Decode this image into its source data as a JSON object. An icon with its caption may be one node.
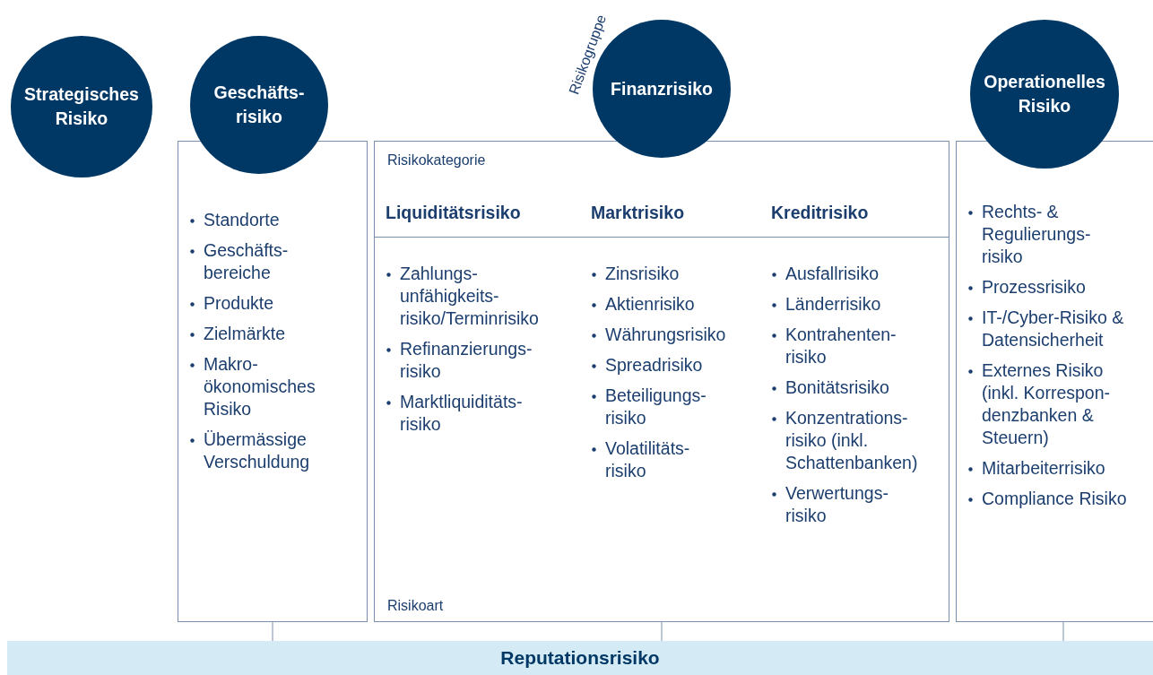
{
  "diagram": {
    "nodes": [
      {
        "text": [
          "Strategisches Risiko"
        ]
      },
      {
        "text": [
          "Geschäfts- risiko"
        ]
      },
      {
        "text": [
          "Standorte",
          "Geschäfts- bereiche",
          "Produkte",
          "Zielmärkte",
          "Makro- ökonomisches Risiko",
          "Übermässige Verschuldung"
        ]
      },
      {
        "text": [
          "Finanzrisiko"
        ],
        "beside": [
          "Risikogruppe"
        ]
      },
      {
        "text": [
          "Risikokategorie",
          "Risikoart"
        ]
      },
      {
        "text": [
          "Liquiditätsrisiko",
          "Zahlungs- unfähigkeits- risiko/Terminrisiko",
          "Refinanzierungs- risiko",
          "Marktliquiditäts- risiko"
        ],
        "in": 4
      },
      {
        "text": [
          "Marktrisiko",
          "Zinsrisiko",
          "Aktienrisiko",
          "Währungsrisiko",
          "Spreadrisiko",
          "Beteiligungs- risiko",
          "Volatilitäts- risiko"
        ],
        "in": 4
      },
      {
        "text": [
          "Kreditrisiko",
          "Ausfallrisiko",
          "Länderrisiko",
          "Kontrahenten- risiko",
          "Bonitätsrisiko",
          "Konzentrations- risiko (inkl. Schattenbanken)",
          "Verwertungs- risiko"
        ],
        "in": 4
      },
      {
        "text": [
          "Operationelles Risiko"
        ]
      },
      {
        "text": [
          "Rechts- & Regulierungs- risiko",
          "Prozessrisiko",
          "IT-/Cyber-Risiko & Datensicherheit",
          "Externes Risiko (inkl. Korrespon- denzbanken & Steuern)",
          "Mitarbeiterrisiko",
          "Compliance Risiko"
        ]
      },
      {
        "text": [
          "Reputationsrisiko"
        ]
      }
    ],
    "edges": [
      {
        "from": 2,
        "to": 10,
        "arrow": "none"
      },
      {
        "from": 4,
        "to": 10,
        "arrow": "none"
      },
      {
        "from": 9,
        "to": 10,
        "arrow": "none"
      }
    ]
  }
}
